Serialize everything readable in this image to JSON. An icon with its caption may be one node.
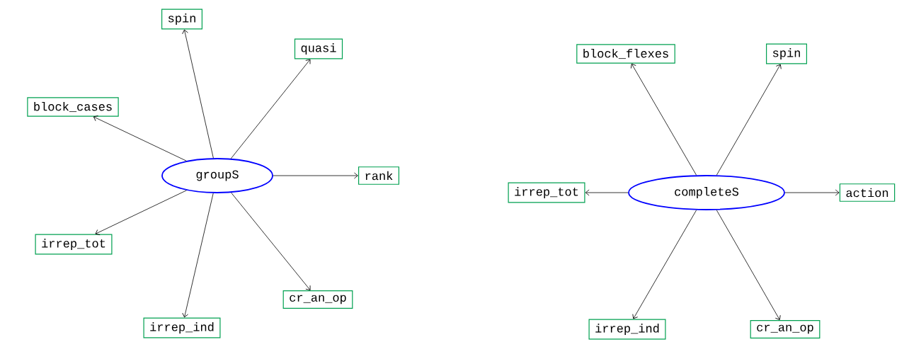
{
  "diagram": {
    "nodes": [
      {
        "text": [
          "groupS"
        ]
      },
      {
        "text": [
          "spin"
        ]
      },
      {
        "text": [
          "quasi"
        ]
      },
      {
        "text": [
          "block_cases"
        ]
      },
      {
        "text": [
          "rank"
        ]
      },
      {
        "text": [
          "irrep_tot"
        ]
      },
      {
        "text": [
          "cr_an_op"
        ]
      },
      {
        "text": [
          "irrep_ind"
        ]
      },
      {
        "text": [
          "completeS"
        ]
      },
      {
        "text": [
          "block_flexes"
        ]
      },
      {
        "text": [
          "spin"
        ]
      },
      {
        "text": [
          "irrep_tot"
        ]
      },
      {
        "text": [
          "action"
        ]
      },
      {
        "text": [
          "irrep_ind"
        ]
      },
      {
        "text": [
          "cr_an_op"
        ]
      }
    ],
    "edges": [
      {
        "from": 0,
        "to": 1,
        "arrow": "to"
      },
      {
        "from": 0,
        "to": 2,
        "arrow": "to"
      },
      {
        "from": 0,
        "to": 3,
        "arrow": "to"
      },
      {
        "from": 0,
        "to": 4,
        "arrow": "to"
      },
      {
        "from": 0,
        "to": 5,
        "arrow": "to"
      },
      {
        "from": 0,
        "to": 6,
        "arrow": "to"
      },
      {
        "from": 0,
        "to": 7,
        "arrow": "to"
      },
      {
        "from": 8,
        "to": 9,
        "arrow": "to"
      },
      {
        "from": 8,
        "to": 10,
        "arrow": "to"
      },
      {
        "from": 8,
        "to": 11,
        "arrow": "to"
      },
      {
        "from": 8,
        "to": 12,
        "arrow": "to"
      },
      {
        "from": 8,
        "to": 13,
        "arrow": "to"
      },
      {
        "from": 8,
        "to": 14,
        "arrow": "to"
      }
    ]
  }
}
